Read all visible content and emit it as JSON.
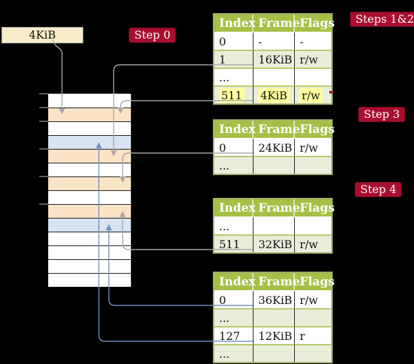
{
  "palette": {
    "background": "#000000",
    "box-cream": "#faecca",
    "peach": "#fbe3c5",
    "blue-row": "#d8e4f3",
    "header-green": "#a4c046",
    "row-green": "#e9eeda",
    "highlight-yellow": "#ffff9e",
    "label-red": "#a90e2e",
    "gray-line": "#a8a8a8",
    "blue-line": "#7191be",
    "table-border": "#9fae6d"
  },
  "box_4kib": {
    "label": "4KiB"
  },
  "step_labels": {
    "step0": "Step 0",
    "steps12": "Steps 1&2",
    "step3": "Step 3",
    "step4": "Step 4"
  },
  "memory": {
    "rows": [
      "white",
      "peach",
      "white",
      "blue",
      "peach",
      "white",
      "peach",
      "white",
      "peach",
      "blue",
      "white",
      "white",
      "white",
      "white"
    ]
  },
  "tables": [
    {
      "headers": [
        "Index",
        "Frame",
        "Flags"
      ],
      "rows": [
        {
          "cells": [
            "0",
            "-",
            "-"
          ],
          "shaded": false,
          "highlight": false
        },
        {
          "cells": [
            "1",
            "16KiB",
            "r/w"
          ],
          "shaded": true,
          "highlight": false
        },
        {
          "cells": [
            "...",
            "",
            ""
          ],
          "shaded": false,
          "highlight": false
        },
        {
          "cells": [
            "511",
            "4KiB",
            "r/w"
          ],
          "shaded": true,
          "highlight": true
        }
      ]
    },
    {
      "headers": [
        "Index",
        "Frame",
        "Flags"
      ],
      "rows": [
        {
          "cells": [
            "0",
            "24KiB",
            "r/w"
          ],
          "shaded": false,
          "highlight": false
        },
        {
          "cells": [
            "...",
            "",
            ""
          ],
          "shaded": true,
          "highlight": false
        }
      ]
    },
    {
      "headers": [
        "Index",
        "Frame",
        "Flags"
      ],
      "rows": [
        {
          "cells": [
            "...",
            "",
            ""
          ],
          "shaded": false,
          "highlight": false
        },
        {
          "cells": [
            "511",
            "32KiB",
            "r/w"
          ],
          "shaded": true,
          "highlight": false
        }
      ]
    },
    {
      "headers": [
        "Index",
        "Frame",
        "Flags"
      ],
      "rows": [
        {
          "cells": [
            "0",
            "36KiB",
            "r/w"
          ],
          "shaded": false,
          "highlight": false
        },
        {
          "cells": [
            "...",
            "",
            ""
          ],
          "shaded": true,
          "highlight": false
        },
        {
          "cells": [
            "127",
            "12KiB",
            "r"
          ],
          "shaded": false,
          "highlight": false
        },
        {
          "cells": [
            "...",
            "",
            ""
          ],
          "shaded": true,
          "highlight": false
        }
      ]
    }
  ],
  "connectors": [
    {
      "name": "box-4kib-to-peach-row-2",
      "color": "gray"
    },
    {
      "name": "table1-row-1-to-peach-row-5",
      "color": "gray"
    },
    {
      "name": "table1-row-511-to-peach-row-2",
      "color": "gray"
    },
    {
      "name": "table2-row-0-to-peach-row-7",
      "color": "gray"
    },
    {
      "name": "table3-row-511-to-peach-row-9",
      "color": "gray"
    },
    {
      "name": "table4-row-0-to-blue-row-10",
      "color": "blue"
    },
    {
      "name": "table4-row-127-to-blue-row-4",
      "color": "blue"
    }
  ]
}
